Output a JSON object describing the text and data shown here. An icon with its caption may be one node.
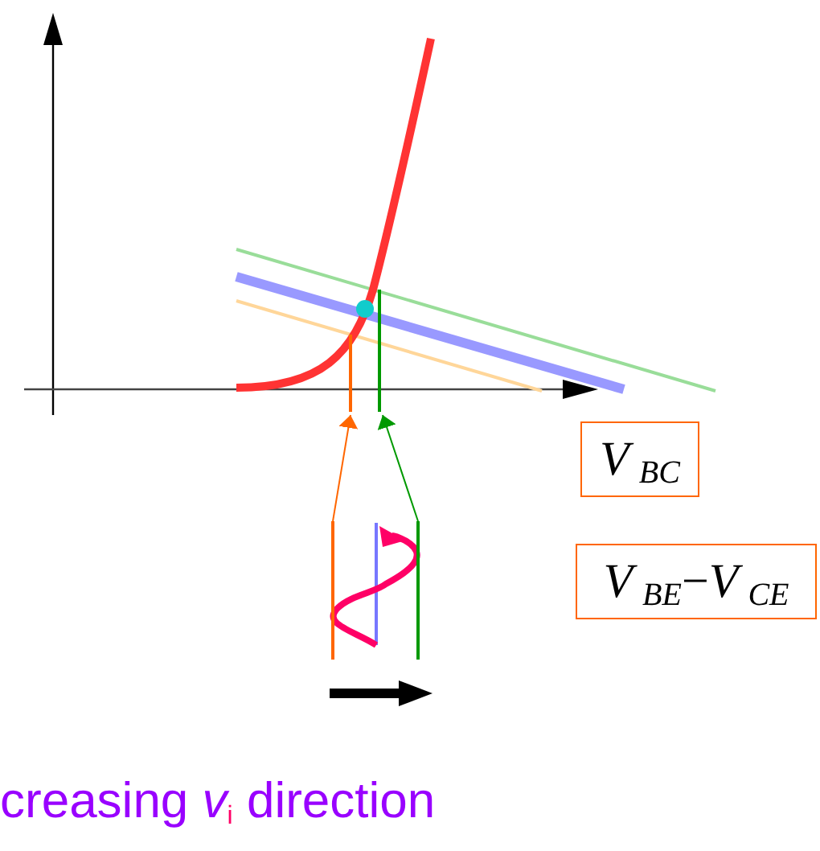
{
  "diagram": {
    "nodes": [
      {
        "text": [
          "*V*$_{BC}$"
        ]
      },
      {
        "text": [
          "*V*$_{BE}$−*V*$_{CE}$"
        ]
      },
      {
        "text": [],
        "shape": "bar"
      },
      {
        "text": [],
        "shape": "bar"
      },
      {
        "text": [],
        "shape": "bar"
      },
      {
        "text": [],
        "shape": "bar"
      }
    ],
    "edges": [
      {
        "from": 2,
        "to": 4,
        "arrow": "to",
        "color": "#ff6600"
      },
      {
        "from": 3,
        "to": 5,
        "arrow": "to",
        "color": "#009900"
      }
    ],
    "labels": [
      "creasing *v*$_{i}$ direction"
    ]
  }
}
